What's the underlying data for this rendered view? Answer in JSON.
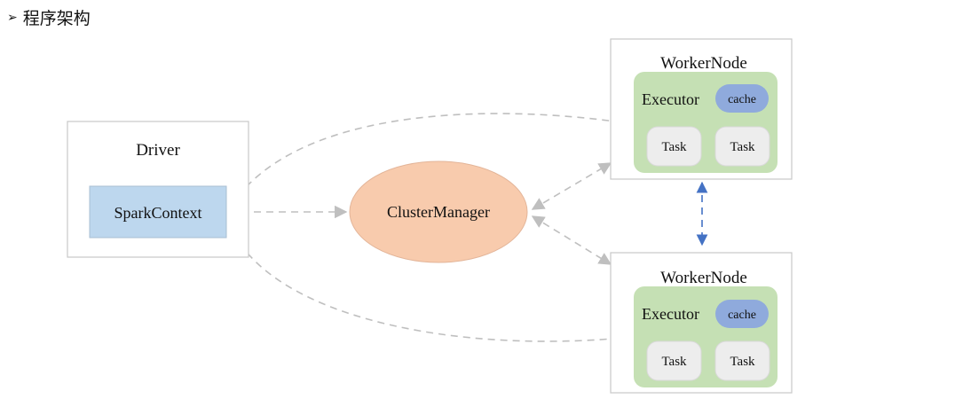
{
  "heading": {
    "bullet": "➢",
    "title": "程序架构"
  },
  "driver": {
    "title": "Driver",
    "context": "SparkContext"
  },
  "cluster_manager": {
    "label": "ClusterManager"
  },
  "workers": [
    {
      "title": "WorkerNode",
      "executor": "Executor",
      "cache": "cache",
      "tasks": [
        "Task",
        "Task"
      ]
    },
    {
      "title": "WorkerNode",
      "executor": "Executor",
      "cache": "cache",
      "tasks": [
        "Task",
        "Task"
      ]
    }
  ],
  "colors": {
    "box_border": "#c8c8c8",
    "spark_context_fill": "#bdd7ee",
    "cluster_manager_fill": "#f8cbad",
    "executor_fill": "#c5e0b4",
    "cache_fill": "#8faadc",
    "task_fill": "#ededed",
    "arrow_gray": "#bfbfbf",
    "arrow_blue": "#4472c4"
  }
}
